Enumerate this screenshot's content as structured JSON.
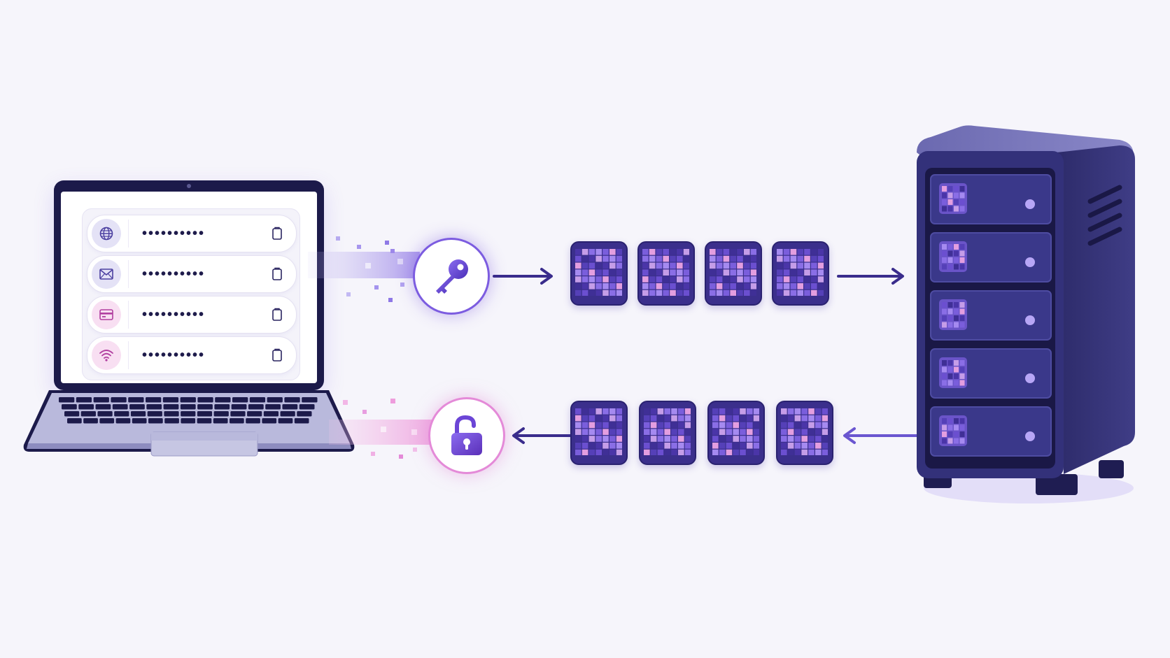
{
  "laptop": {
    "entries": [
      {
        "icon": "globe-icon",
        "masked_value": "••••••••••",
        "icon_bg": "#e4e2f6",
        "icon_color": "#4b3fa0"
      },
      {
        "icon": "mail-icon",
        "masked_value": "••••••••••",
        "icon_bg": "#e4e2f6",
        "icon_color": "#4b3fa0"
      },
      {
        "icon": "credit-card-icon",
        "masked_value": "••••••••••",
        "icon_bg": "#f8dff2",
        "icon_color": "#b13fa0"
      },
      {
        "icon": "wifi-icon",
        "masked_value": "••••••••••",
        "icon_bg": "#f8dff2",
        "icon_color": "#b13fa0"
      }
    ]
  },
  "flow": {
    "encrypt_icon": "key-icon",
    "decrypt_icon": "unlock-icon",
    "top_direction": "laptop-to-server",
    "bottom_direction": "server-to-laptop",
    "top_block_count": 4,
    "bottom_block_count": 4
  },
  "server": {
    "drive_count": 5
  },
  "colors": {
    "background": "#f6f5fb",
    "accent": "#7c5ce0",
    "accent_pink": "#e48ad8",
    "dark_navy": "#1c1a4a",
    "arrow": "#3a2c8c"
  }
}
